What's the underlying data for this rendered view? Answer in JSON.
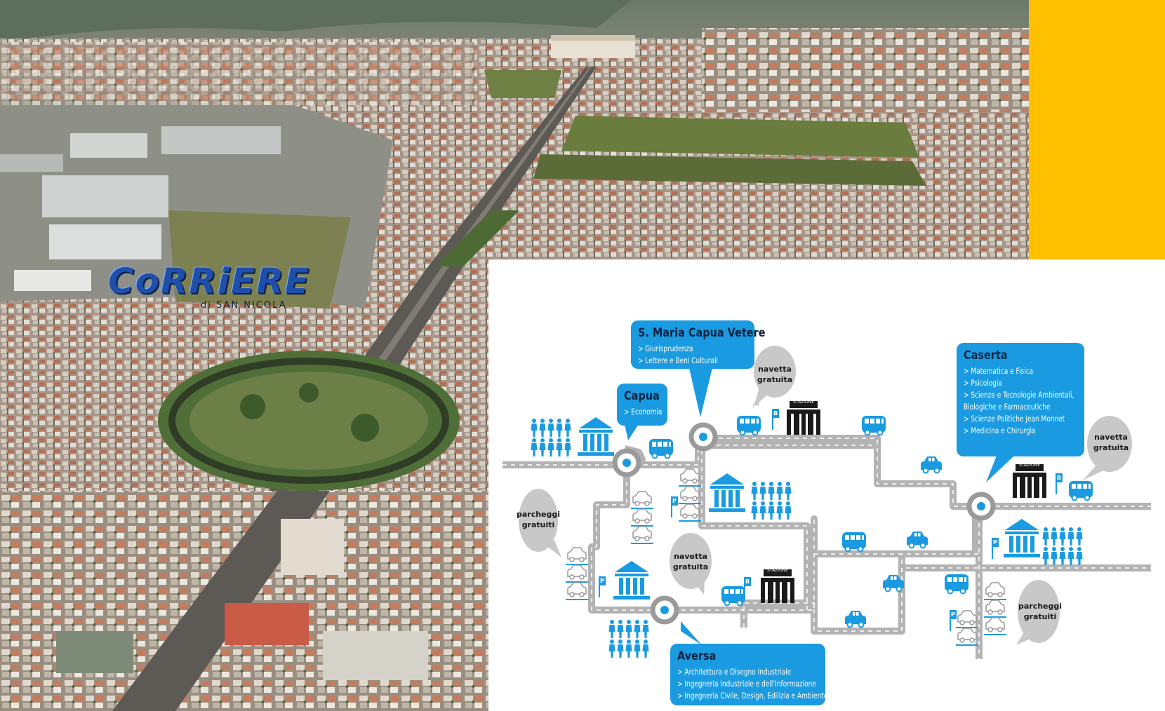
{
  "colors": {
    "accent": "#1a9be1",
    "yellow": "#ffc000",
    "road": "#b8b8b8",
    "dark": "#1a1a1a",
    "bubble": "#c8c8c8"
  },
  "logo": {
    "title": "CoRRiERE",
    "subtitle": "di SAN NICOLA"
  },
  "callouts": {
    "smcv": {
      "title": "S. Maria Capua Vetere",
      "items": [
        "> Giurisprudenza",
        "> Lettere e Beni Culturali"
      ]
    },
    "capua": {
      "title": "Capua",
      "items": [
        "> Economia"
      ]
    },
    "caserta": {
      "title": "Caserta",
      "items": [
        "> Matematica e Fisica",
        "> Psicologia",
        "> Scienze e Tecnologie Ambientali,",
        "   Biologiche e Farmaceutiche",
        "> Scienze Politiche Jean Monnet",
        "> Medicina e Chirurgia"
      ]
    },
    "aversa": {
      "title": "Aversa",
      "items": [
        "> Architettura e Disegno Industriale",
        "> Ingegneria Industriale e dell’Informazione",
        "> Ingegneria Civile, Design, Edilizia e Ambiente"
      ]
    }
  },
  "bubbles": {
    "navetta_line1": "navetta",
    "navetta_line2": "gratuita",
    "parcheggi_line1": "parcheggi",
    "parcheggi_line2": "gratuiti"
  },
  "labels": {
    "stazione": "STAZIONE",
    "bus_stop": "B",
    "parking": "P"
  }
}
